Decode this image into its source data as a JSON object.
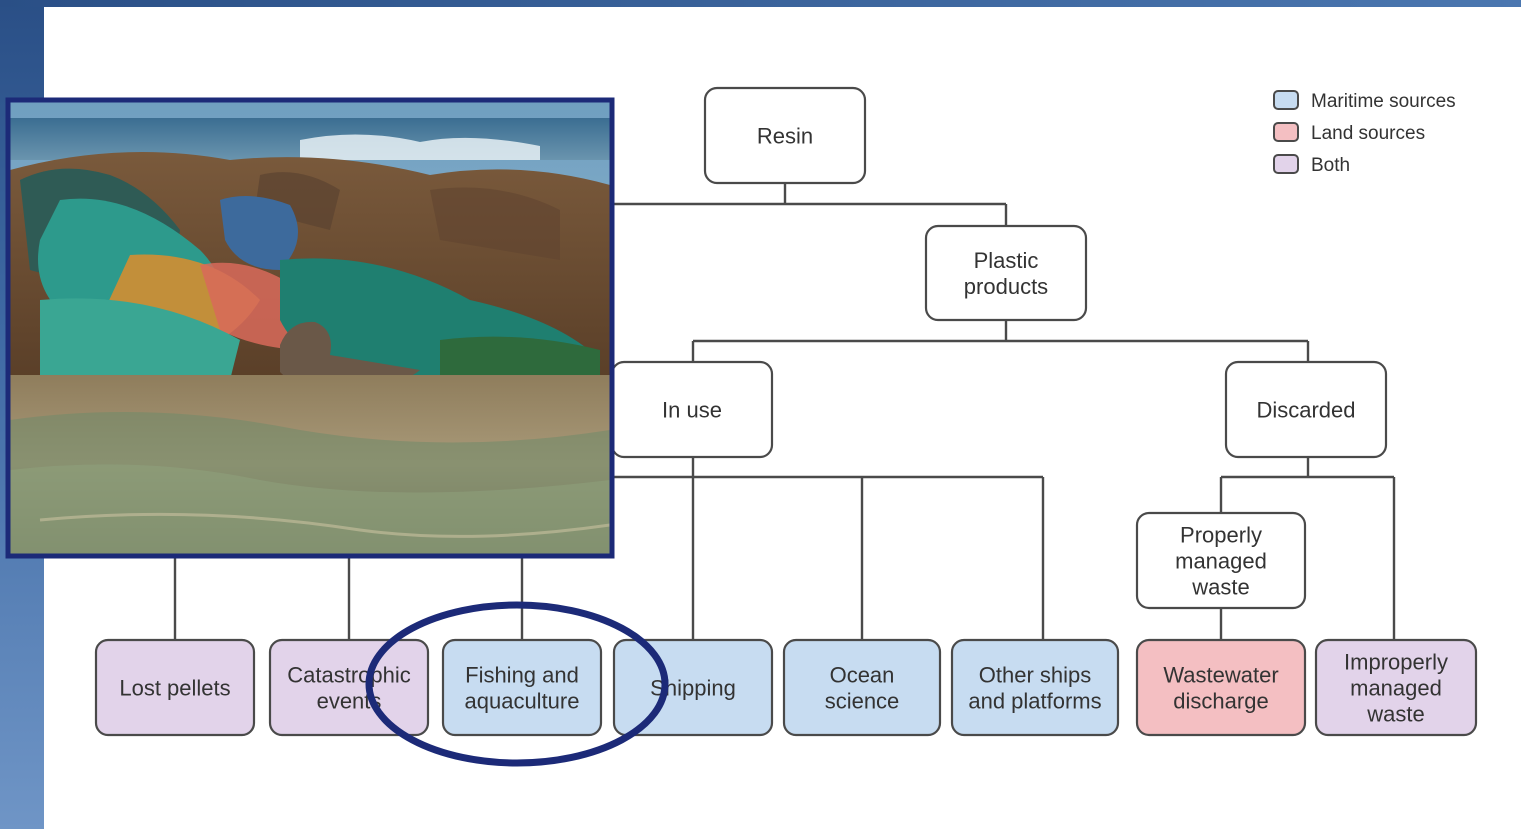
{
  "colors": {
    "maritime": "#c7dcf1",
    "land": "#f4bfc2",
    "both": "#e2d3ea",
    "neutral": "#ffffff",
    "highlight_ring": "#1c2a78",
    "photo_border": "#1c2a78"
  },
  "legend": [
    {
      "key": "maritime",
      "label": "Maritime sources"
    },
    {
      "key": "land",
      "label": "Land sources"
    },
    {
      "key": "both",
      "label": "Both"
    }
  ],
  "nodes": {
    "resin": {
      "lines": [
        "Resin"
      ],
      "kind": "neutral"
    },
    "plastic_products": {
      "lines": [
        "Plastic",
        "products"
      ],
      "kind": "neutral"
    },
    "in_use": {
      "lines": [
        "In use"
      ],
      "kind": "neutral"
    },
    "discarded": {
      "lines": [
        "Discarded"
      ],
      "kind": "neutral"
    },
    "properly_managed": {
      "lines": [
        "Properly",
        "managed",
        "waste"
      ],
      "kind": "neutral"
    },
    "lost_pellets": {
      "lines": [
        "Lost pellets"
      ],
      "kind": "both"
    },
    "catastrophic": {
      "lines": [
        "Catastrophic",
        "events"
      ],
      "kind": "both"
    },
    "fishing": {
      "lines": [
        "Fishing and",
        "aquaculture"
      ],
      "kind": "maritime"
    },
    "shipping": {
      "lines": [
        "Shipping"
      ],
      "kind": "maritime"
    },
    "ocean_science": {
      "lines": [
        "Ocean",
        "science"
      ],
      "kind": "maritime"
    },
    "other_ships": {
      "lines": [
        "Other ships",
        "and platforms"
      ],
      "kind": "maritime"
    },
    "wastewater": {
      "lines": [
        "Wastewater",
        "discharge"
      ],
      "kind": "land"
    },
    "improperly": {
      "lines": [
        "Improperly",
        "managed",
        "waste"
      ],
      "kind": "both"
    }
  },
  "highlighted_node": "fishing",
  "photo": {
    "subject": "seal-among-fishing-nets-on-rocky-shore"
  }
}
